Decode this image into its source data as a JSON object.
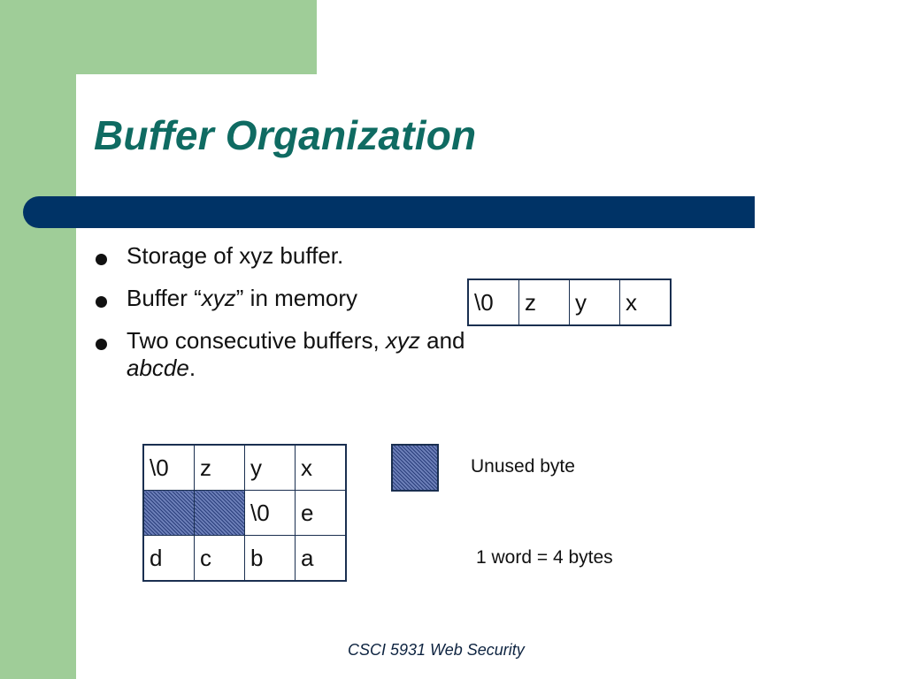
{
  "slide": {
    "title": "Buffer Organization",
    "footer": "CSCI 5931 Web Security"
  },
  "bullets": [
    {
      "parts": [
        {
          "text": "Storage of xyz buffer.",
          "italic": false
        }
      ]
    },
    {
      "parts": [
        {
          "text": "Buffer “",
          "italic": false
        },
        {
          "text": "xyz",
          "italic": true
        },
        {
          "text": "” in memory",
          "italic": false
        }
      ]
    },
    {
      "parts": [
        {
          "text": "Two consecutive buffers, ",
          "italic": false
        },
        {
          "text": "xyz",
          "italic": true
        },
        {
          "text": " and ",
          "italic": false
        },
        {
          "text": "abcde",
          "italic": true
        },
        {
          "text": ".",
          "italic": false
        }
      ]
    }
  ],
  "single_buffer": {
    "cells": [
      "\\0",
      "z",
      "y",
      "x"
    ]
  },
  "double_buffer": {
    "rows": [
      [
        "\\0",
        "z",
        "y",
        "x"
      ],
      [
        null,
        null,
        "\\0",
        "e"
      ],
      [
        "d",
        "c",
        "b",
        "a"
      ]
    ]
  },
  "legend": {
    "unused_label": "Unused byte",
    "word_note": "1 word = 4 bytes"
  },
  "colors": {
    "green_accent": "#9fcd98",
    "title_teal": "#0f6b62",
    "bar_navy": "#003366",
    "unused_hatch": "#2b3f7c"
  }
}
